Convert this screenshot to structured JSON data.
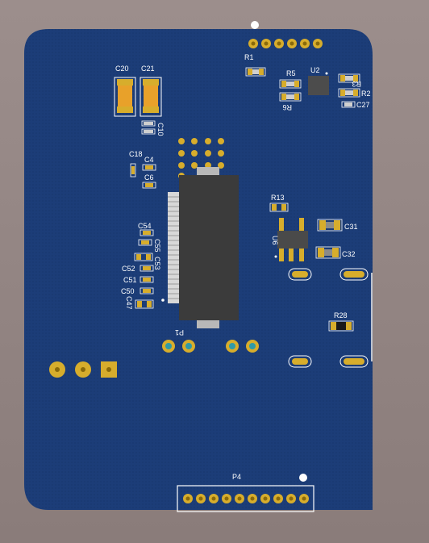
{
  "colors": {
    "board": "#1a3a73",
    "board_edge": "#16336a",
    "pad_gold": "#d7ad2c",
    "pad_dark_gold": "#b08a17",
    "cap_body": "#e8a12a",
    "chip_body": "#3a3a3a",
    "silkscreen": "#ffffff",
    "via_fill": "#2f9aa8"
  },
  "labels": {
    "c20": "C20",
    "c21": "C21",
    "c10": "C10",
    "c18": "C18",
    "c4": "C4",
    "c6": "C6",
    "c54": "C54",
    "c55": "C55",
    "c53": "C53",
    "c52": "C52",
    "c51": "C51",
    "c50": "C50",
    "c47": "C47",
    "r1": "R1",
    "r5": "R5",
    "r6": "R6",
    "u2": "U2",
    "r3": "R3",
    "r2": "R2",
    "c27": "C27",
    "r13": "R13",
    "u6": "U6",
    "c31": "C31",
    "c32": "C32",
    "r28": "R28",
    "p1": "P1",
    "p4": "P4"
  },
  "icons": {
    "board": "pcb-board-icon",
    "mcu": "ic-chip-icon",
    "header": "pin-header-icon"
  }
}
